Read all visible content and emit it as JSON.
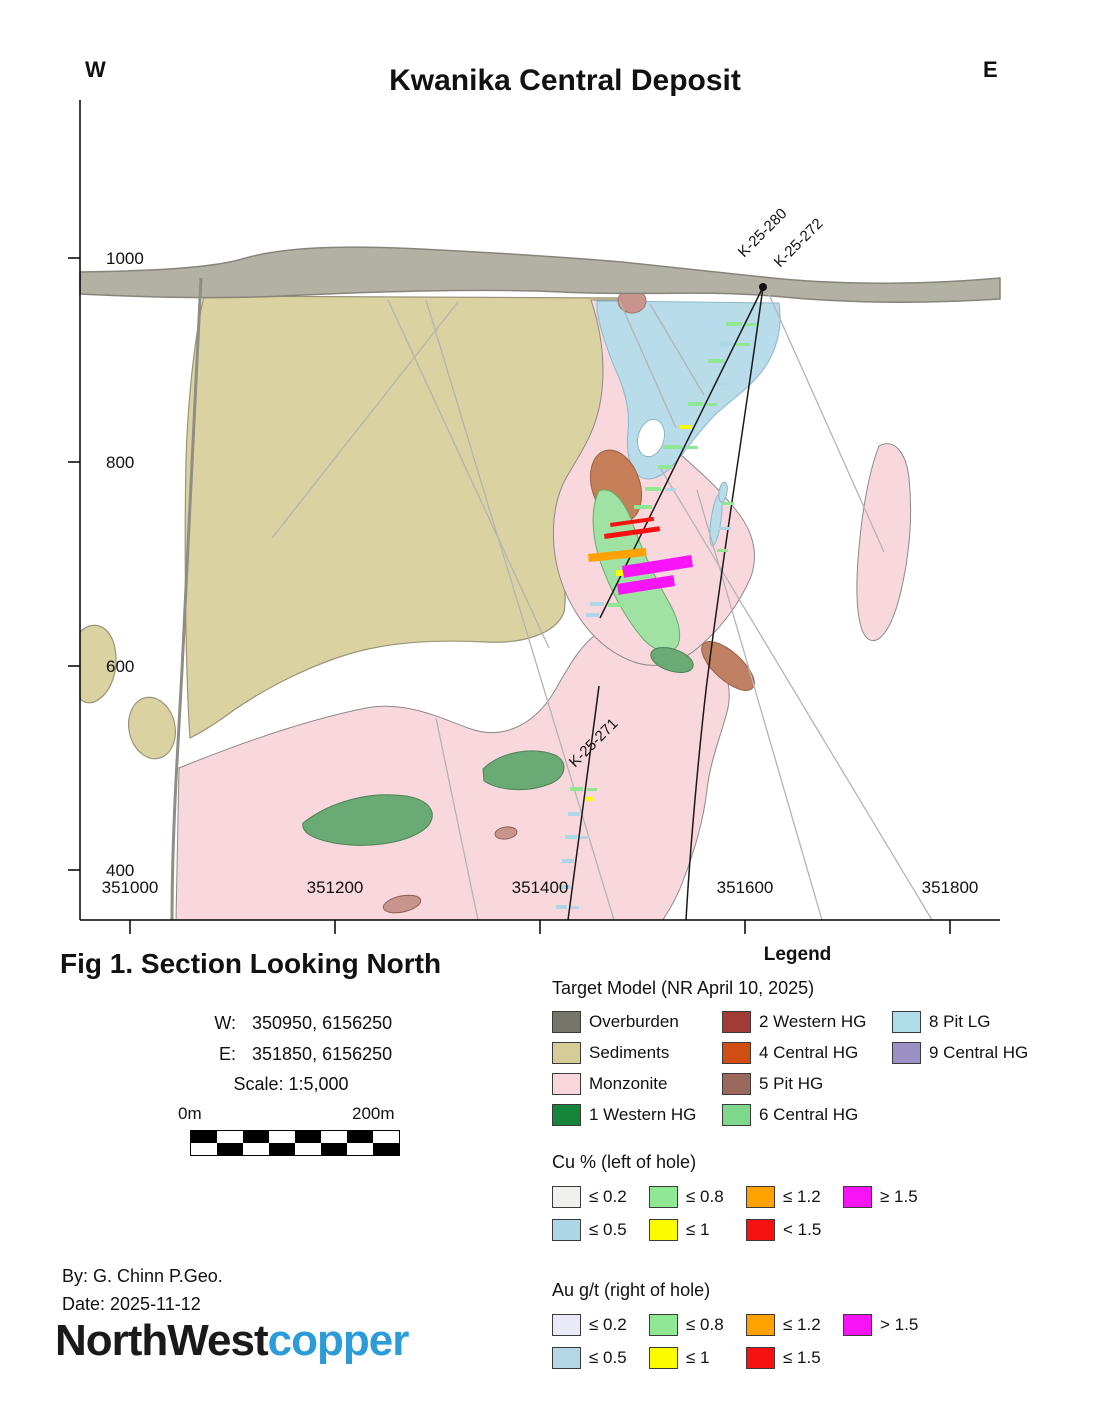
{
  "title": "Kwanika Central Deposit",
  "west_label": "W",
  "east_label": "E",
  "axes": {
    "y_ticks": [
      "1000",
      "800",
      "600",
      "400"
    ],
    "x_ticks": [
      "351000",
      "351200",
      "351400",
      "351600",
      "351800"
    ]
  },
  "holes": {
    "h280": "K-25-280",
    "h272": "K-25-272",
    "h271": "K-25-271"
  },
  "figure": {
    "caption": "Fig 1. Section Looking North",
    "w_label": "W:",
    "w_value": "350950, 6156250",
    "e_label": "E:",
    "e_value": "351850, 6156250",
    "scale_text": "Scale: 1:5,000",
    "scalebar_left": "0m",
    "scalebar_right": "200m"
  },
  "legend": {
    "title": "Legend",
    "target_model_title": "Target Model (NR April 10, 2025)",
    "target_model": [
      {
        "label": "Overburden",
        "color": "#75756a"
      },
      {
        "label": "Sediments",
        "color": "#d6cc98"
      },
      {
        "label": "Monzonite",
        "color": "#f8d7dc"
      },
      {
        "label": "1 Western HG",
        "color": "#16843a"
      },
      {
        "label": "2 Western HG",
        "color": "#a13b33"
      },
      {
        "label": "4 Central HG",
        "color": "#d04e14"
      },
      {
        "label": "5 Pit HG",
        "color": "#9b685d"
      },
      {
        "label": "6 Central HG",
        "color": "#7fd78b"
      },
      {
        "label": "8 Pit LG",
        "color": "#aedce9"
      },
      {
        "label": "9 Central HG",
        "color": "#9a90c6"
      }
    ],
    "cu_title": "Cu % (left of hole)",
    "cu": [
      {
        "label": "≤ 0.2",
        "color": "#f0f0ee"
      },
      {
        "label": "≤ 0.5",
        "color": "#abd7e6"
      },
      {
        "label": "≤ 0.8",
        "color": "#90e794"
      },
      {
        "label": "≤ 1",
        "color": "#fcfc00"
      },
      {
        "label": "≤ 1.2",
        "color": "#ffa200"
      },
      {
        "label": "< 1.5",
        "color": "#f71111"
      },
      {
        "label": "≥ 1.5",
        "color": "#f714f7"
      }
    ],
    "au_title": "Au g/t (right of hole)",
    "au": [
      {
        "label": "≤ 0.2",
        "color": "#e9e9f8"
      },
      {
        "label": "≤ 0.5",
        "color": "#b5d6e4"
      },
      {
        "label": "≤ 0.8",
        "color": "#90e794"
      },
      {
        "label": "≤ 1",
        "color": "#fcfc00"
      },
      {
        "label": "≤ 1.2",
        "color": "#ffa200"
      },
      {
        "label": "≤ 1.5",
        "color": "#f71111"
      },
      {
        "label": "> 1.5",
        "color": "#f714f7"
      }
    ]
  },
  "footer": {
    "by": "By: G. Chinn P.Geo.",
    "date": "Date: 2025-11-12",
    "logo_black": "NorthWest",
    "logo_blue": "copper"
  },
  "colors": {
    "overburden_band": "#b3b0a4",
    "sediments": "#dbd2a2",
    "monzonite": "#f9d8dd",
    "pit_lg": "#b9dcea",
    "hg_band": "#a0e2a4",
    "green_blob": "#6aaa74",
    "sienna": "#c57e58",
    "brown2": "#c08064",
    "mauve": "#c9948c"
  }
}
